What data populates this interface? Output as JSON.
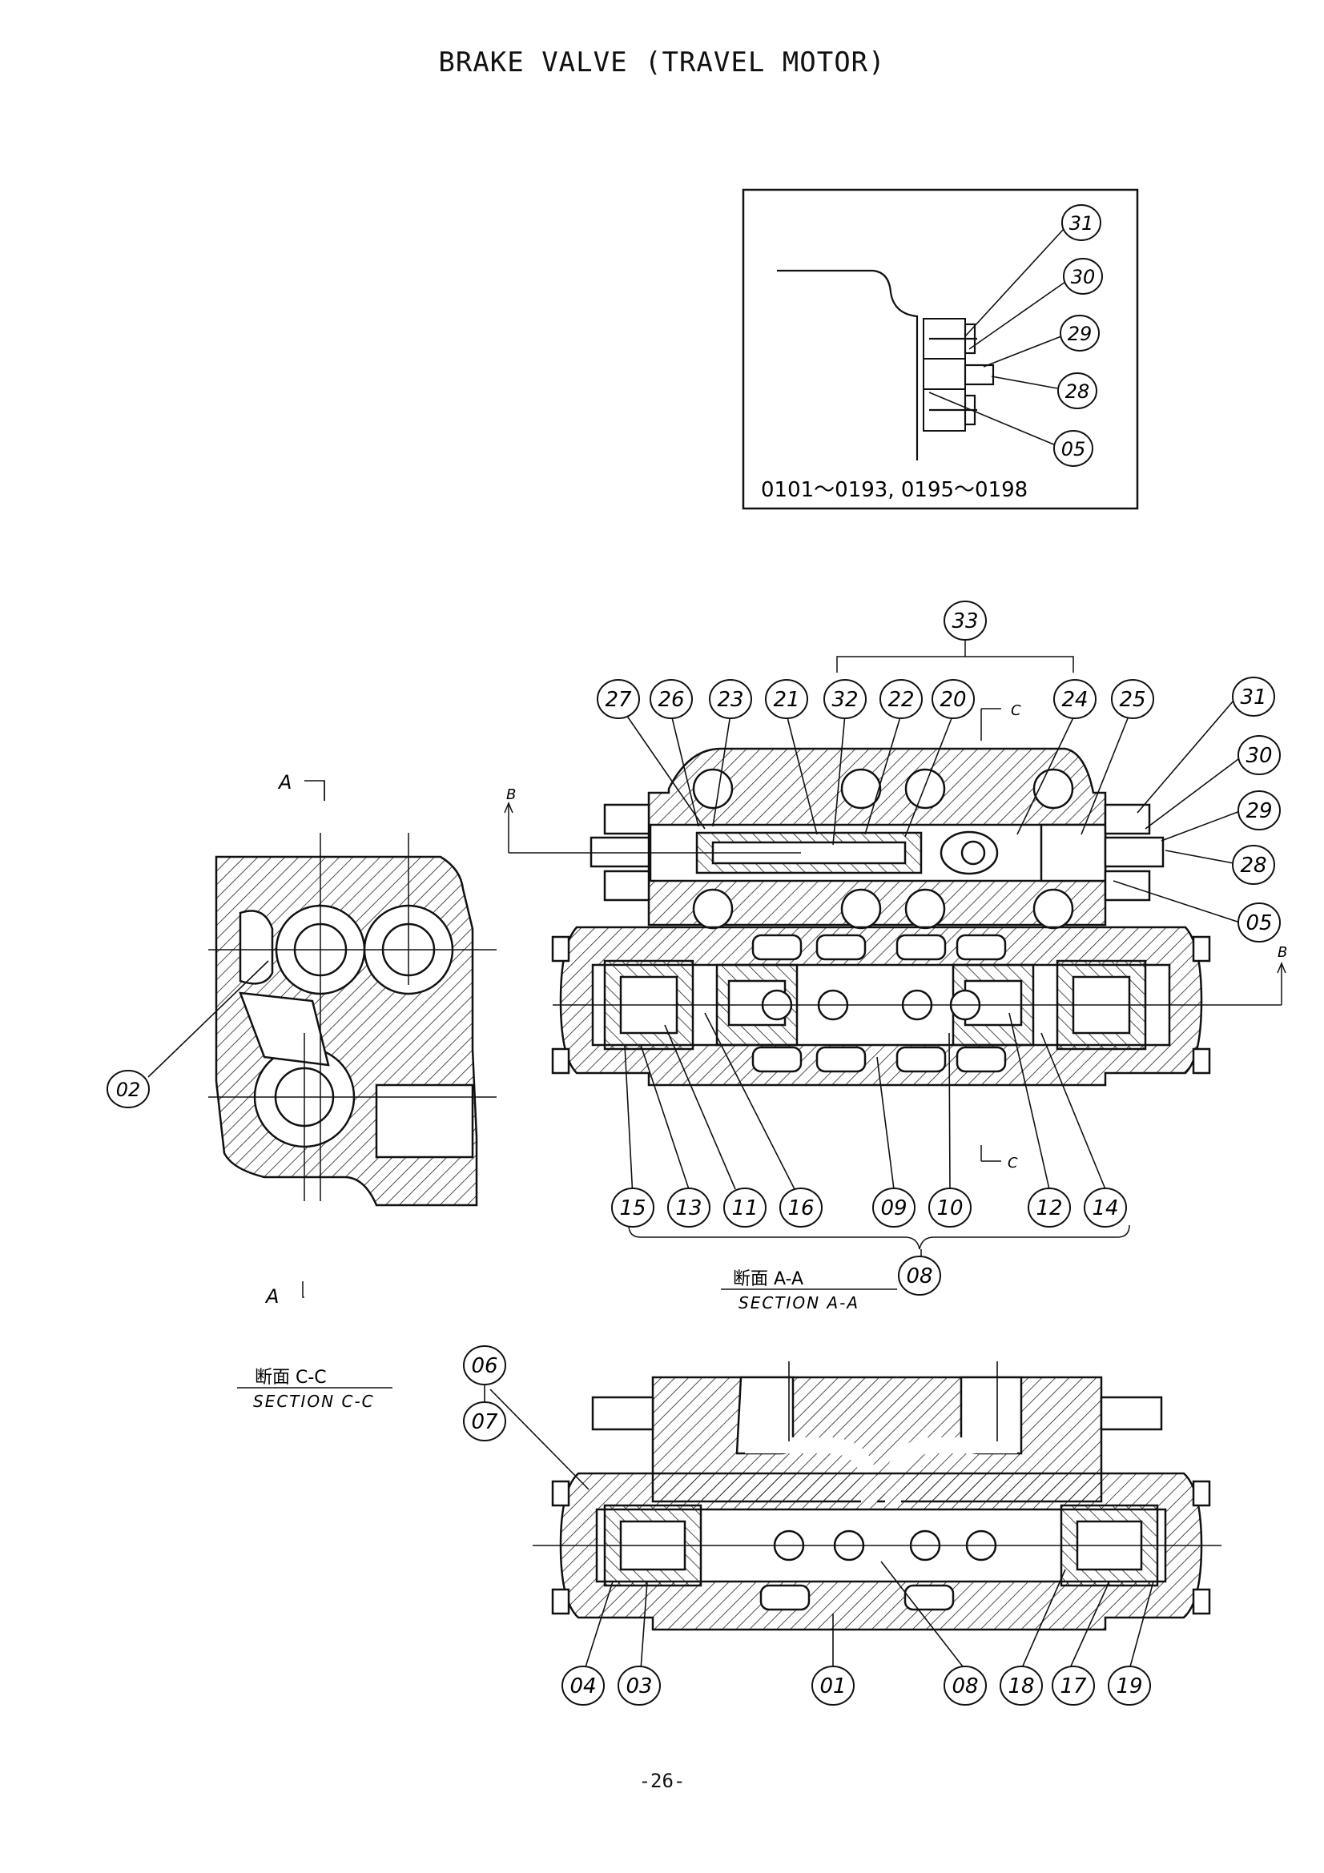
{
  "title": "BRAKE VALVE (TRAVEL MOTOR)",
  "page_number": "-26-",
  "inset": {
    "serial_range": "0101～0193, 0195～0198",
    "callouts": [
      "31",
      "30",
      "29",
      "28",
      "05"
    ]
  },
  "section_aa": {
    "label_jp": "断面  A-A",
    "label_en": "SECTION  A-A",
    "group_callout": "33",
    "assembly_callout": "08",
    "top_callouts": [
      "27",
      "26",
      "23",
      "21",
      "32",
      "22",
      "20",
      "24",
      "25"
    ],
    "right_callouts": [
      "31",
      "30",
      "29",
      "28",
      "05"
    ],
    "bottom_callouts": [
      "15",
      "13",
      "11",
      "16",
      "09",
      "10",
      "12",
      "14"
    ],
    "markers": {
      "b": "B",
      "c": "C"
    }
  },
  "section_cc": {
    "label_jp": "断面  C-C",
    "label_en": "SECTION  C-C",
    "markers": {
      "a": "A"
    },
    "callouts": [
      "02"
    ]
  },
  "section_b": {
    "callouts_top": [
      "06",
      "07"
    ],
    "bottom_callouts": [
      "04",
      "03",
      "01",
      "08",
      "18",
      "17",
      "19"
    ]
  },
  "colors": {
    "ink": "#111111",
    "paper": "#ffffff"
  }
}
